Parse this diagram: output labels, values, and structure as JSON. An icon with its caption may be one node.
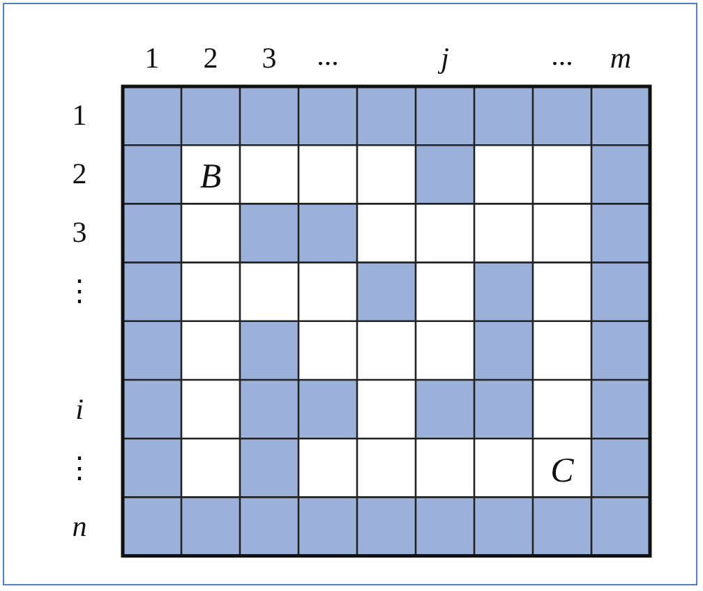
{
  "diagram": {
    "labels": [
      "1",
      "2",
      "3",
      "...",
      "j",
      "...",
      "m",
      "1",
      "2",
      "B",
      "3",
      "⋮",
      "i",
      "⋮",
      "C",
      "n"
    ]
  }
}
